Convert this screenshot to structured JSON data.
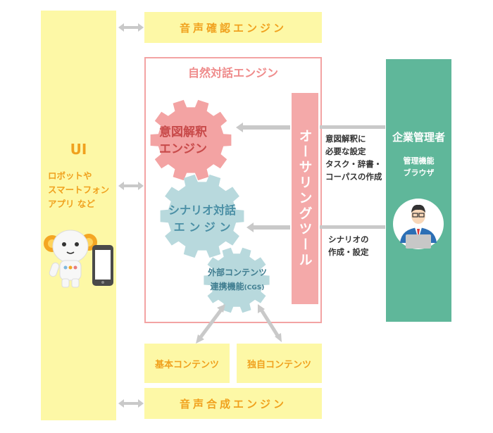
{
  "ui": {
    "title": "UI",
    "subtitle_lines": [
      "ロボットや",
      "スマートフォン",
      "アプリ など"
    ]
  },
  "engines": {
    "voice_recognition": "音声確認エンジン",
    "voice_synthesis": "音声合成エンジン"
  },
  "natural_dialogue": {
    "title": "自然対話エンジン",
    "intent_engine": [
      "意図解釈",
      "エンジン"
    ],
    "scenario_engine": [
      "シナリオ対話",
      "エ ン ジ ン"
    ],
    "external_content": [
      "外部コンテンツ",
      "連携機能"
    ],
    "external_content_suffix": "(CGS)"
  },
  "authoring_tool": "オーサリングツール",
  "annotations": {
    "intent_lines": [
      "意図解釈に",
      "必要な設定",
      "タスク・辞書・",
      "コーパスの作成"
    ],
    "scenario_lines": [
      "シナリオの",
      "作成・設定"
    ]
  },
  "corporate": {
    "title": "企業管理者",
    "subtitle_lines": [
      "管理機能",
      "ブラウザ"
    ]
  },
  "contents": {
    "basic": "基本コンテンツ",
    "original": "独自コンテンツ"
  },
  "colors": {
    "yellow": "#fdf8a6",
    "orange_text": "#f0a11e",
    "pink_frame": "#f3a3a3",
    "pink_gear": "#f3a3a3",
    "blue_gear": "#b8d9dd",
    "green_panel": "#5fb79a",
    "arrow_gray": "#c9c9c9"
  }
}
